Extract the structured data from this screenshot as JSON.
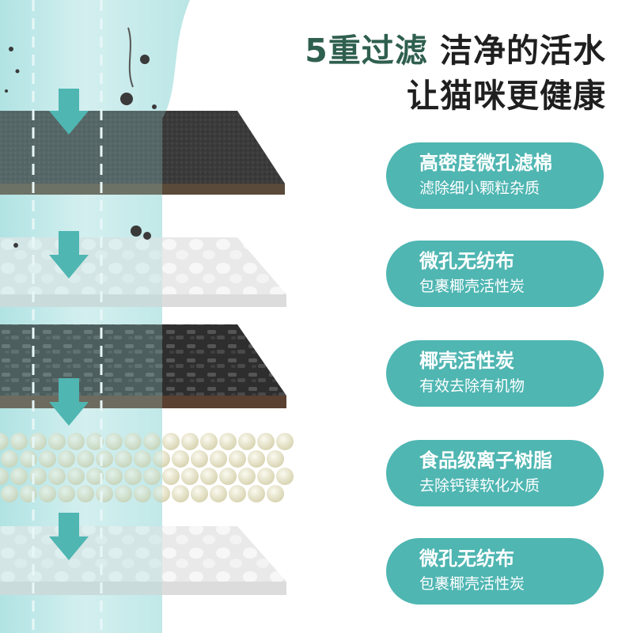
{
  "headline": {
    "line1_accent": "5重过滤",
    "line1_rest": " 洁净的活水",
    "line2": "让猫咪更健康"
  },
  "layers": [
    {
      "title": "高密度微孔滤棉",
      "subtitle": "滤除细小颗粒杂质"
    },
    {
      "title": "微孔无纺布",
      "subtitle": "包裹椰壳活性炭"
    },
    {
      "title": "椰壳活性炭",
      "subtitle": "有效去除有机物"
    },
    {
      "title": "食品级离子树脂",
      "subtitle": "去除钙镁软化水质"
    },
    {
      "title": "微孔无纺布",
      "subtitle": "包裹椰壳活性炭"
    }
  ],
  "colors": {
    "accent": "#2f5f4f",
    "pill": "#4fb6b2",
    "arrow": "#4fb6b2",
    "water": "#bfe6e8"
  }
}
